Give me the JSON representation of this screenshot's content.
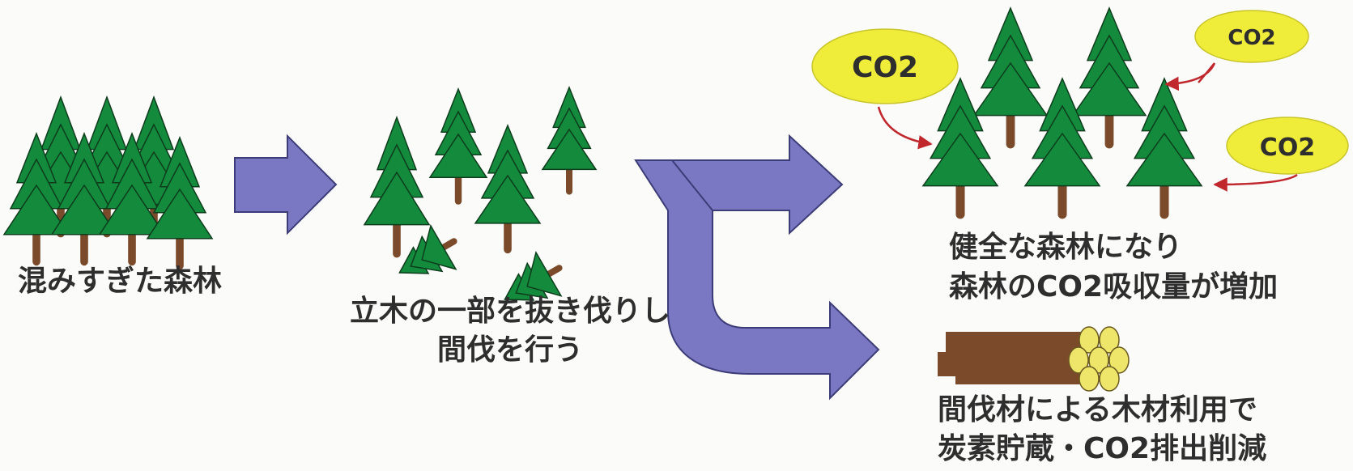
{
  "captions": {
    "dense_forest": "混みすぎた森林",
    "thinning_line1": "立木の一部を抜き伐りし",
    "thinning_line2": "間伐を行う",
    "healthy_line1": "健全な森林になり",
    "healthy_line2": "森林のCO2吸収量が増加",
    "timber_line1": "間伐材による木材利用で",
    "timber_line2": "炭素貯蔵・CO2排出削減"
  },
  "co2_bubbles": [
    {
      "id": "bubble-left",
      "text": "CO2"
    },
    {
      "id": "bubble-top-right",
      "text": "CO2"
    },
    {
      "id": "bubble-right",
      "text": "CO2"
    }
  ],
  "colors": {
    "tree_green": "#138a3c",
    "tree_outline": "#0d3d1c",
    "trunk_brown": "#7a4a2a",
    "arrow_fill": "#7a78c2",
    "arrow_outline": "#3c3c78",
    "bubble_yellow": "#f0ec3a",
    "co2_arrow_red": "#c0282d",
    "log_brown": "#7a4a2a",
    "log_end_yellow": "#eee66a",
    "text": "#2e2e2e"
  }
}
